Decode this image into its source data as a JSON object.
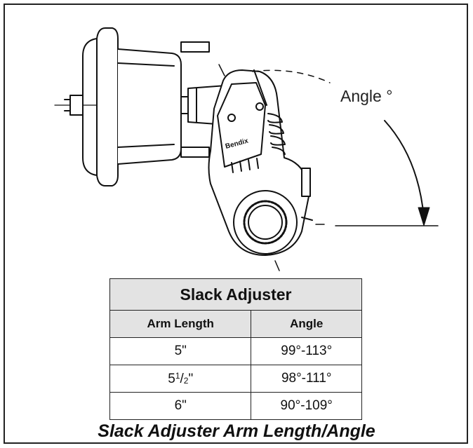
{
  "diagram": {
    "angle_label": "Angle °",
    "brand_marking": "Bendix"
  },
  "table": {
    "title": "Slack Adjuster",
    "headers": [
      "Arm Length",
      "Angle"
    ],
    "rows": [
      {
        "length_whole": "5\"",
        "angle": "99°-113°"
      },
      {
        "length_whole": "5",
        "length_sup": "1",
        "length_slash": "/",
        "length_sub": "2",
        "length_quote": "\"",
        "angle": "98°-111°"
      },
      {
        "length_whole": "6\"",
        "angle": "90°-109°"
      }
    ]
  },
  "caption": "Slack Adjuster Arm Length/Angle"
}
